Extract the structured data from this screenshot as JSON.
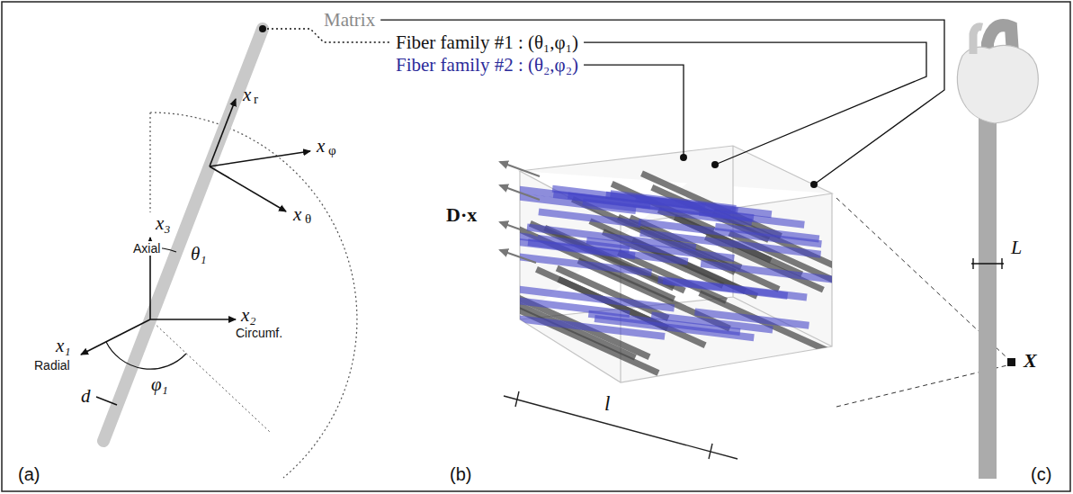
{
  "diagram": {
    "labels": [
      "Matrix",
      "Fiber family #1 : (θ₁,φ₁)",
      "Fiber family #2 : (θ₂,φ₂)",
      "x",
      "r",
      "x",
      "φ",
      "x",
      "θ",
      "x₃",
      "Axial",
      "x₂",
      "Circumf.",
      "θ₁",
      "x₁",
      "Radial",
      "φ₁",
      "d",
      "(a)",
      "D·x",
      "l",
      "(b)",
      "L",
      "X",
      "(c)"
    ]
  }
}
